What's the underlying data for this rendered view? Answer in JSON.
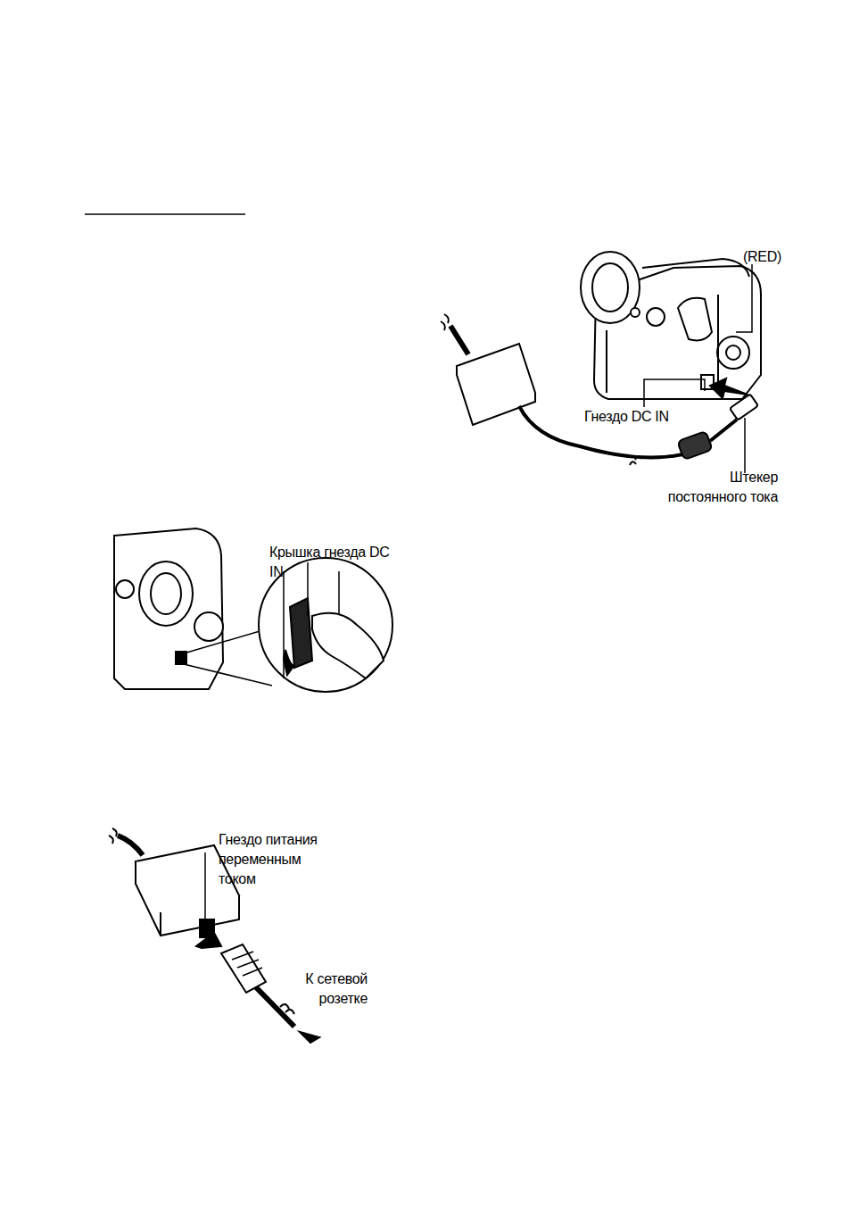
{
  "diagram": {
    "labels": [
      "(RED)",
      "Гнездо DC IN",
      "Штекер постоянного тока",
      "Крышка гнезда DC IN",
      "Гнездо питания переменным током",
      "К сетевой розетке"
    ]
  }
}
